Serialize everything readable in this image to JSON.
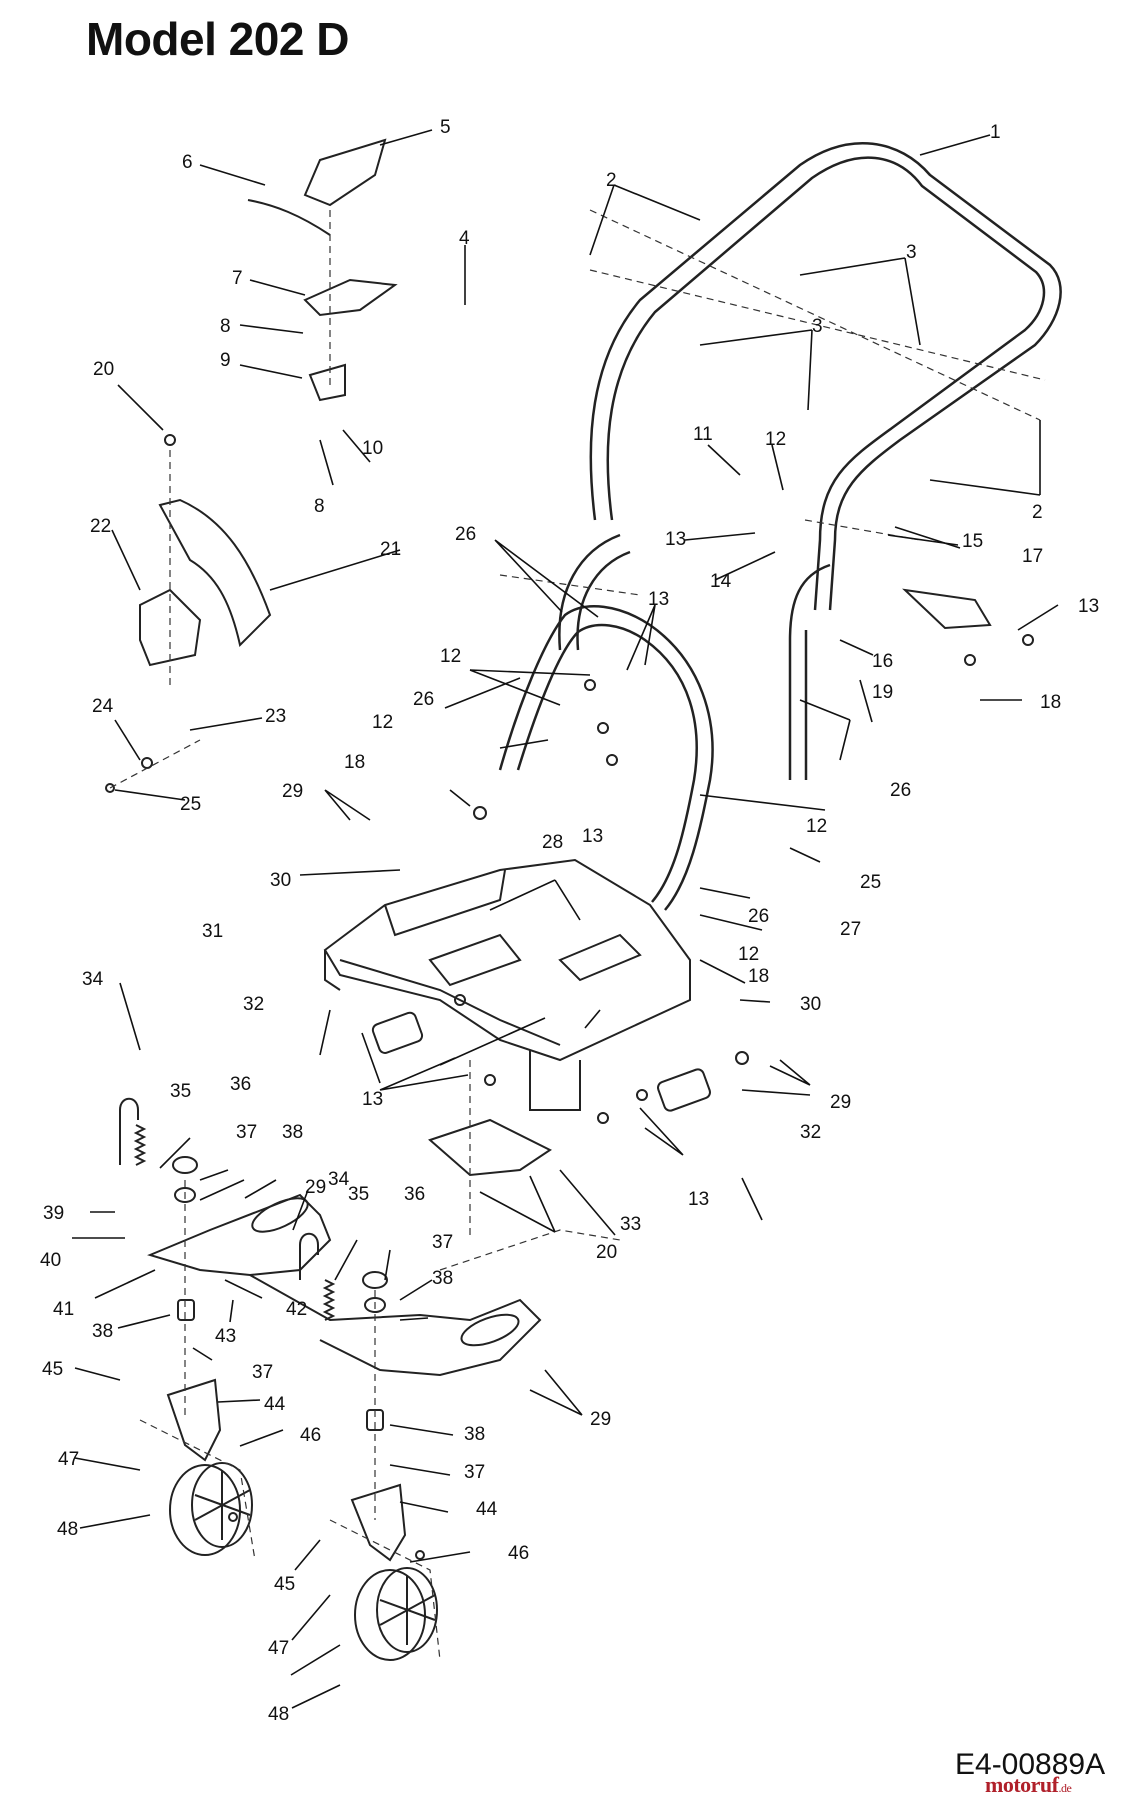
{
  "title": "Model 202 D",
  "drawing_code": "E4-00889A",
  "watermark": {
    "brand": "motoruf",
    "domain": ".de"
  },
  "callouts": [
    {
      "id": "c1",
      "label": "1"
    },
    {
      "id": "c2a",
      "label": "2"
    },
    {
      "id": "c2b",
      "label": "2"
    },
    {
      "id": "c3a",
      "label": "3"
    },
    {
      "id": "c3b",
      "label": "3"
    },
    {
      "id": "c4",
      "label": "4"
    },
    {
      "id": "c5",
      "label": "5"
    },
    {
      "id": "c6",
      "label": "6"
    },
    {
      "id": "c7",
      "label": "7"
    },
    {
      "id": "c8a",
      "label": "8"
    },
    {
      "id": "c8b",
      "label": "8"
    },
    {
      "id": "c9",
      "label": "9"
    },
    {
      "id": "c10",
      "label": "10"
    },
    {
      "id": "c11",
      "label": "11"
    },
    {
      "id": "c12a",
      "label": "12"
    },
    {
      "id": "c12b",
      "label": "12"
    },
    {
      "id": "c12c",
      "label": "12"
    },
    {
      "id": "c12d",
      "label": "12"
    },
    {
      "id": "c12e",
      "label": "12"
    },
    {
      "id": "c13a",
      "label": "13"
    },
    {
      "id": "c13b",
      "label": "13"
    },
    {
      "id": "c13c",
      "label": "13"
    },
    {
      "id": "c13d",
      "label": "13"
    },
    {
      "id": "c13e",
      "label": "13"
    },
    {
      "id": "c13f",
      "label": "13"
    },
    {
      "id": "c14",
      "label": "14"
    },
    {
      "id": "c15",
      "label": "15"
    },
    {
      "id": "c16",
      "label": "16"
    },
    {
      "id": "c17",
      "label": "17"
    },
    {
      "id": "c18a",
      "label": "18"
    },
    {
      "id": "c18b",
      "label": "18"
    },
    {
      "id": "c18c",
      "label": "18"
    },
    {
      "id": "c19",
      "label": "19"
    },
    {
      "id": "c20a",
      "label": "20"
    },
    {
      "id": "c20b",
      "label": "20"
    },
    {
      "id": "c21",
      "label": "21"
    },
    {
      "id": "c22",
      "label": "22"
    },
    {
      "id": "c23",
      "label": "23"
    },
    {
      "id": "c24",
      "label": "24"
    },
    {
      "id": "c25a",
      "label": "25"
    },
    {
      "id": "c25b",
      "label": "25"
    },
    {
      "id": "c26a",
      "label": "26"
    },
    {
      "id": "c26b",
      "label": "26"
    },
    {
      "id": "c26c",
      "label": "26"
    },
    {
      "id": "c26d",
      "label": "26"
    },
    {
      "id": "c27",
      "label": "27"
    },
    {
      "id": "c28",
      "label": "28"
    },
    {
      "id": "c29a",
      "label": "29"
    },
    {
      "id": "c29b",
      "label": "29"
    },
    {
      "id": "c29c",
      "label": "29"
    },
    {
      "id": "c29d",
      "label": "29"
    },
    {
      "id": "c30a",
      "label": "30"
    },
    {
      "id": "c30b",
      "label": "30"
    },
    {
      "id": "c31",
      "label": "31"
    },
    {
      "id": "c32a",
      "label": "32"
    },
    {
      "id": "c32b",
      "label": "32"
    },
    {
      "id": "c33",
      "label": "33"
    },
    {
      "id": "c34a",
      "label": "34"
    },
    {
      "id": "c34b",
      "label": "34"
    },
    {
      "id": "c35a",
      "label": "35"
    },
    {
      "id": "c35b",
      "label": "35"
    },
    {
      "id": "c36a",
      "label": "36"
    },
    {
      "id": "c36b",
      "label": "36"
    },
    {
      "id": "c37a",
      "label": "37"
    },
    {
      "id": "c37b",
      "label": "37"
    },
    {
      "id": "c37c",
      "label": "37"
    },
    {
      "id": "c37d",
      "label": "37"
    },
    {
      "id": "c38a",
      "label": "38"
    },
    {
      "id": "c38b",
      "label": "38"
    },
    {
      "id": "c38c",
      "label": "38"
    },
    {
      "id": "c38d",
      "label": "38"
    },
    {
      "id": "c39",
      "label": "39"
    },
    {
      "id": "c40",
      "label": "40"
    },
    {
      "id": "c41",
      "label": "41"
    },
    {
      "id": "c42",
      "label": "42"
    },
    {
      "id": "c43",
      "label": "43"
    },
    {
      "id": "c44a",
      "label": "44"
    },
    {
      "id": "c44b",
      "label": "44"
    },
    {
      "id": "c45a",
      "label": "45"
    },
    {
      "id": "c45b",
      "label": "45"
    },
    {
      "id": "c46a",
      "label": "46"
    },
    {
      "id": "c46b",
      "label": "46"
    },
    {
      "id": "c47a",
      "label": "47"
    },
    {
      "id": "c47b",
      "label": "47"
    },
    {
      "id": "c48a",
      "label": "48"
    },
    {
      "id": "c48b",
      "label": "48"
    }
  ]
}
